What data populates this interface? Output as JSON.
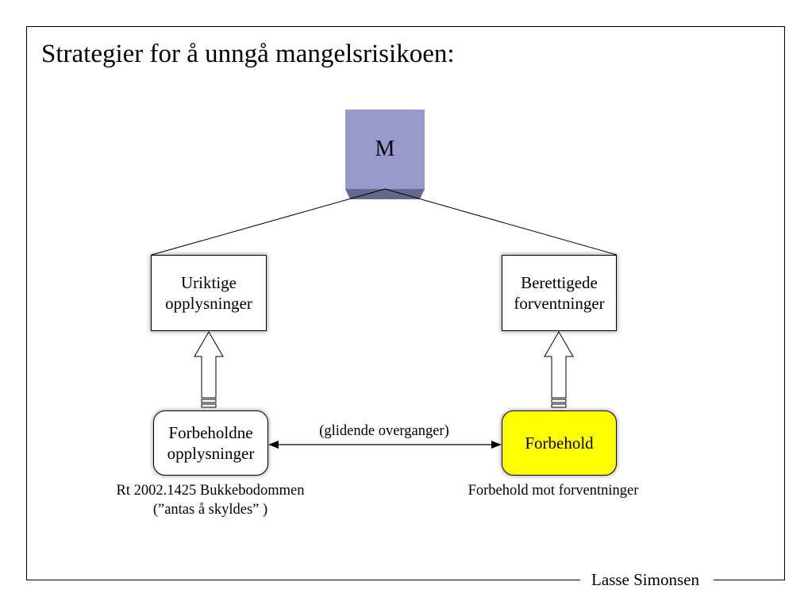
{
  "slide": {
    "title": "Strategier for å unngå mangelsrisikoen:",
    "footer": "Lasse Simonsen"
  },
  "diagram": {
    "top_node": {
      "label": "M",
      "fill": "#9999cc"
    },
    "upper_left": {
      "lines": [
        "Uriktige",
        "opplysninger"
      ]
    },
    "upper_right": {
      "lines": [
        "Berettigede",
        "forventninger"
      ]
    },
    "lower_left": {
      "lines": [
        "Forbeholdne",
        "opplysninger"
      ]
    },
    "lower_right": {
      "label": "Forbehold",
      "fill": "#ffff00"
    },
    "connector_label": "(glidende overganger)",
    "caption_left": [
      "Rt 2002.1425 Bukkebodommen",
      "(”antas å skyldes” )"
    ],
    "caption_right": "Forbehold mot forventninger"
  }
}
